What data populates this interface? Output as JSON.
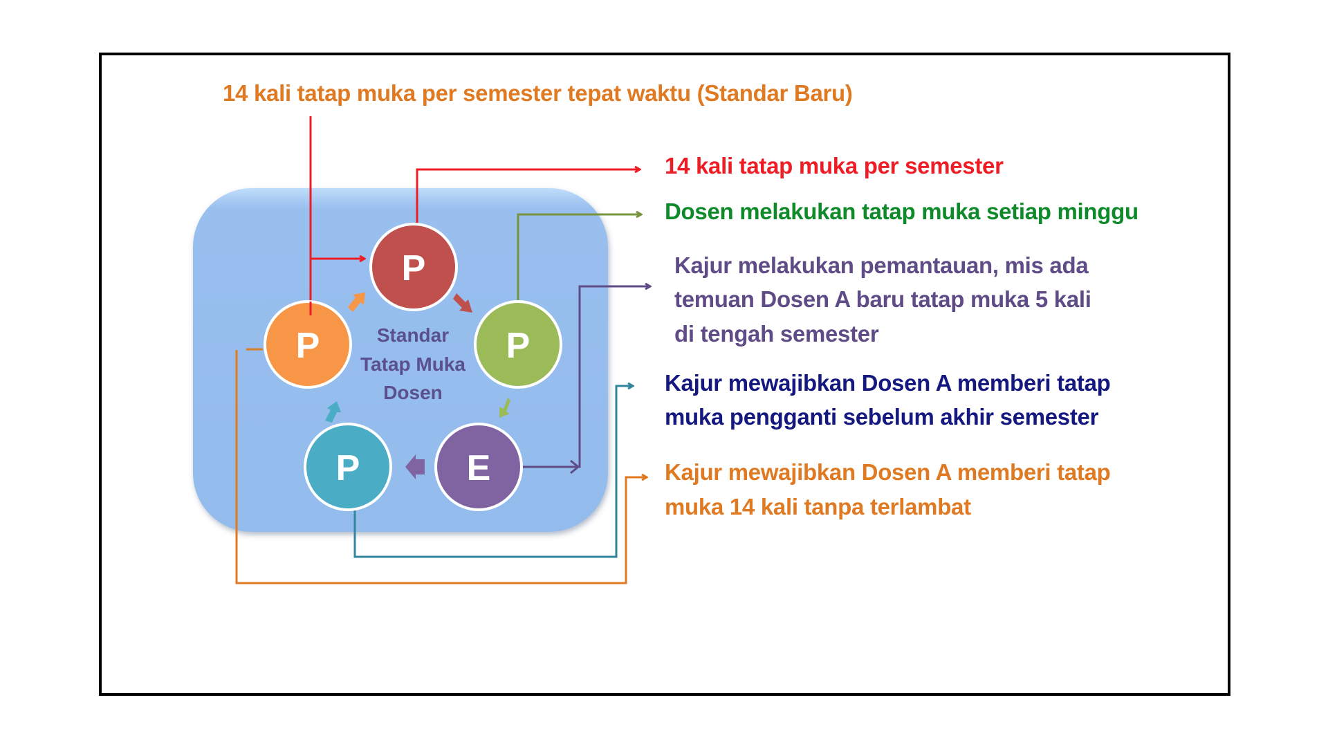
{
  "title": {
    "text": "14 kali tatap muka per semester tepat waktu (Standar Baru)",
    "color": "#e07a22"
  },
  "cycle": {
    "center_lines": [
      "Standar",
      "Tatap Muka",
      "Dosen"
    ],
    "box_color": "#95bdee",
    "nodes": [
      {
        "id": "penetapan",
        "letter": "P",
        "color": "#c0504d"
      },
      {
        "id": "pelaksanaan",
        "letter": "P",
        "color": "#9bbb59"
      },
      {
        "id": "evaluasi",
        "letter": "E",
        "color": "#8064a2"
      },
      {
        "id": "pengendalian",
        "letter": "P",
        "color": "#4bacc6"
      },
      {
        "id": "peningkatan",
        "letter": "P",
        "color": "#f79646"
      }
    ]
  },
  "annotations": [
    {
      "id": "red",
      "lines": [
        "14 kali tatap muka per semester"
      ],
      "color": "#ee1c25"
    },
    {
      "id": "green",
      "lines": [
        "Dosen melakukan tatap muka setiap minggu"
      ],
      "color": "#0f8a2a"
    },
    {
      "id": "purple",
      "lines": [
        "Kajur melakukan pemantauan, mis ada",
        "temuan Dosen A baru tatap muka 5 kali",
        "di tengah semester"
      ],
      "color": "#5f4c87"
    },
    {
      "id": "navy",
      "lines": [
        "Kajur mewajibkan Dosen A memberi tatap",
        "muka pengganti sebelum akhir semester"
      ],
      "color": "#15197f"
    },
    {
      "id": "orange",
      "lines": [
        "Kajur mewajibkan Dosen A memberi tatap",
        "muka 14 kali tanpa terlambat"
      ],
      "color": "#e07a22"
    }
  ]
}
